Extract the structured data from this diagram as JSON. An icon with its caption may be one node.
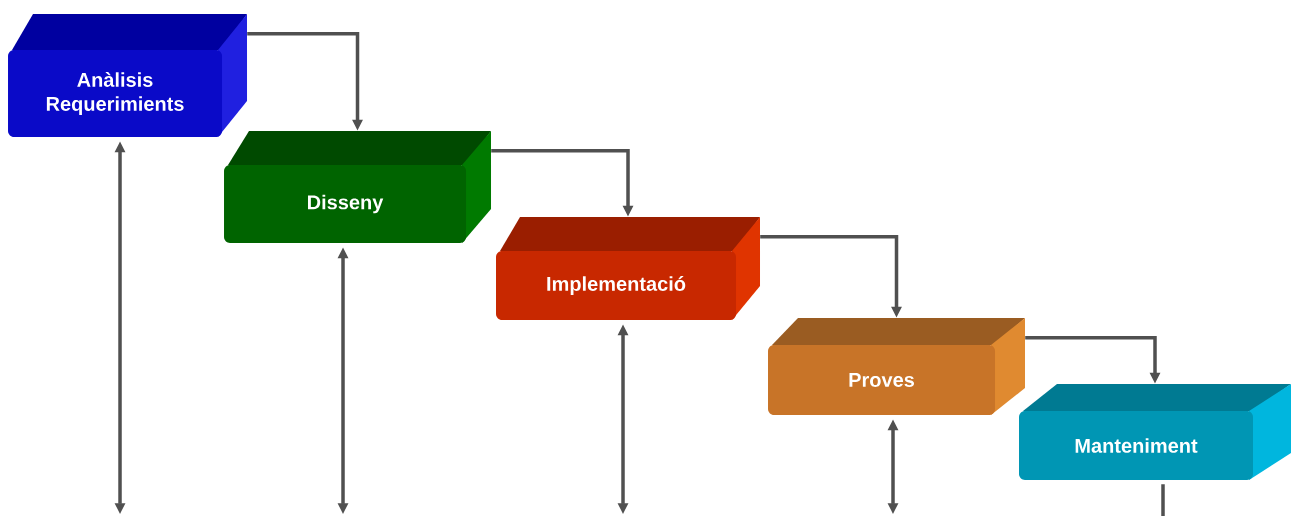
{
  "diagram": {
    "nodes": [
      {
        "text": [
          "Anàlisis Requerimients"
        ]
      },
      {
        "text": [
          "Disseny"
        ]
      },
      {
        "text": [
          "Implementació"
        ]
      },
      {
        "text": [
          "Proves"
        ]
      },
      {
        "text": [
          "Manteniment"
        ]
      }
    ],
    "edges": [
      {
        "from": 0,
        "to": 1,
        "arrow": "to"
      },
      {
        "from": 1,
        "to": 2,
        "arrow": "to"
      },
      {
        "from": 2,
        "to": 3,
        "arrow": "to"
      },
      {
        "from": 3,
        "to": 4,
        "arrow": "to"
      },
      {
        "from": 0,
        "to": null,
        "arrow": "both"
      },
      {
        "from": 1,
        "to": null,
        "arrow": "both"
      },
      {
        "from": 2,
        "to": null,
        "arrow": "both"
      },
      {
        "from": 3,
        "to": null,
        "arrow": "both"
      },
      {
        "from": 4,
        "to": null,
        "arrow": "none"
      }
    ]
  }
}
